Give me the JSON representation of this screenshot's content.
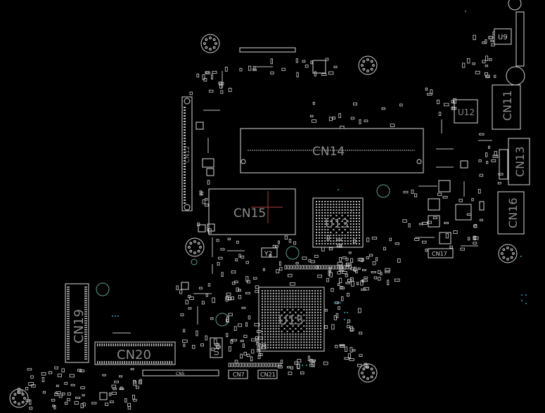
{
  "board": {
    "components": {
      "u9": "U9",
      "u12": "U12",
      "u13": "U13",
      "u15": "U15",
      "u16": "U16",
      "y2": "Y2",
      "cn5": "CN5",
      "cn7": "CN7",
      "cn11": "CN11",
      "cn12": "CN12",
      "cn13": "CN13",
      "cn14": "CN14",
      "cn15": "CN15",
      "cn16": "CN16",
      "cn17": "CN17",
      "cn19": "CN19",
      "cn20": "CN20",
      "cn21": "CN21"
    }
  }
}
